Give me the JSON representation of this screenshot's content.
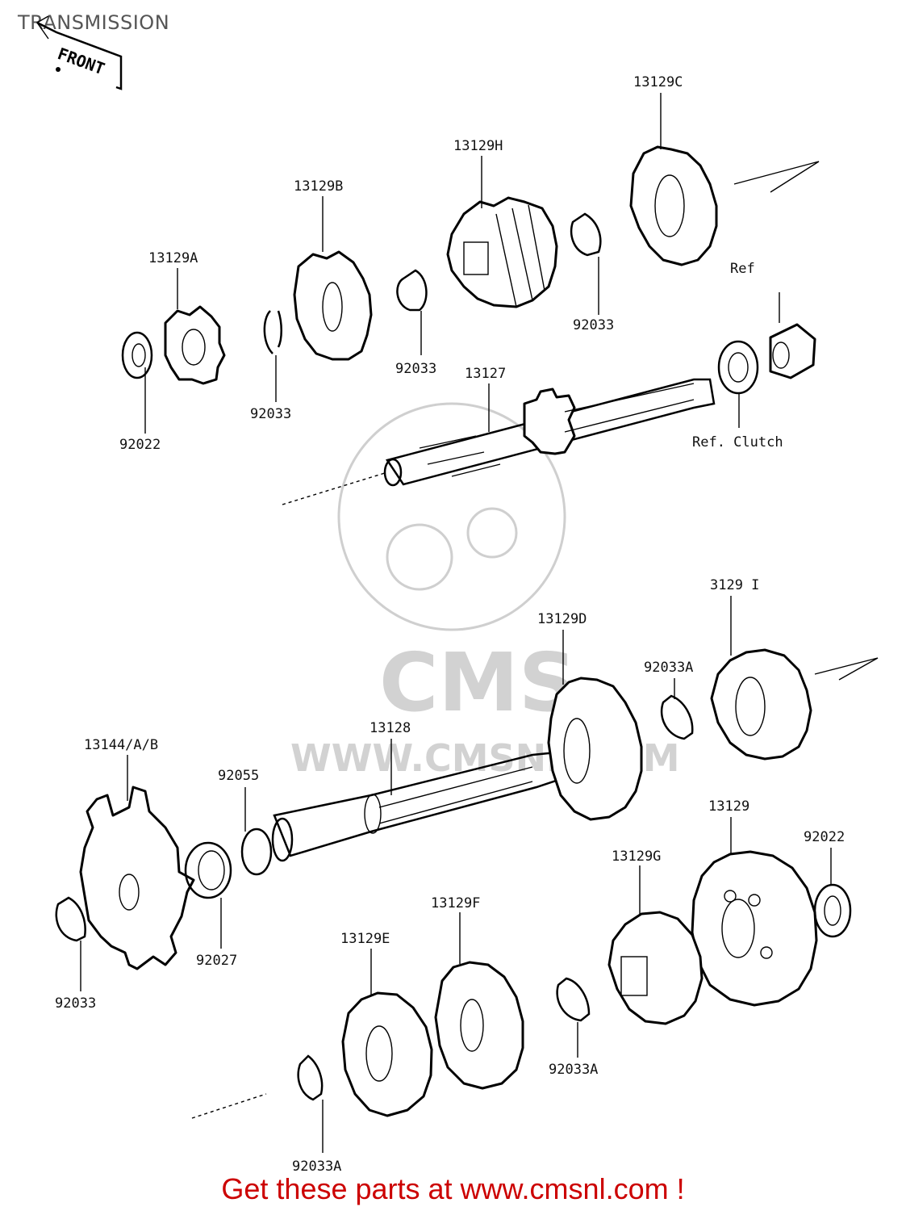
{
  "header": {
    "title": "TRANSMISSION"
  },
  "front_marker": {
    "text": "FRONT"
  },
  "watermark": {
    "logo": "CMS",
    "url": "WWW.CMSNL.COM"
  },
  "parts": {
    "p13129C": "13129C",
    "p13129H": "13129H",
    "p13129B": "13129B",
    "p13129A": "13129A",
    "p92033_a": "92033",
    "p92033_b": "92033",
    "p92033_c": "92033",
    "p92022_top": "92022",
    "p13127": "13127",
    "ref_nut": "Ref",
    "ref_clutch": "Ref. Clutch",
    "p13129I": "3129 I",
    "p13129D": "13129D",
    "p92033A_top": "92033A",
    "p13128": "13128",
    "p13144": "13144/A/B",
    "p92055": "92055",
    "p13129": "13129",
    "p92022_bottom": "92022",
    "p13129G": "13129G",
    "p13129F": "13129F",
    "p13129E": "13129E",
    "p92027": "92027",
    "p92033_d": "92033",
    "p92033A_mid": "92033A",
    "p92033A_bottom": "92033A"
  },
  "footer": {
    "text": "Get these parts at www.cmsnl.com !"
  }
}
